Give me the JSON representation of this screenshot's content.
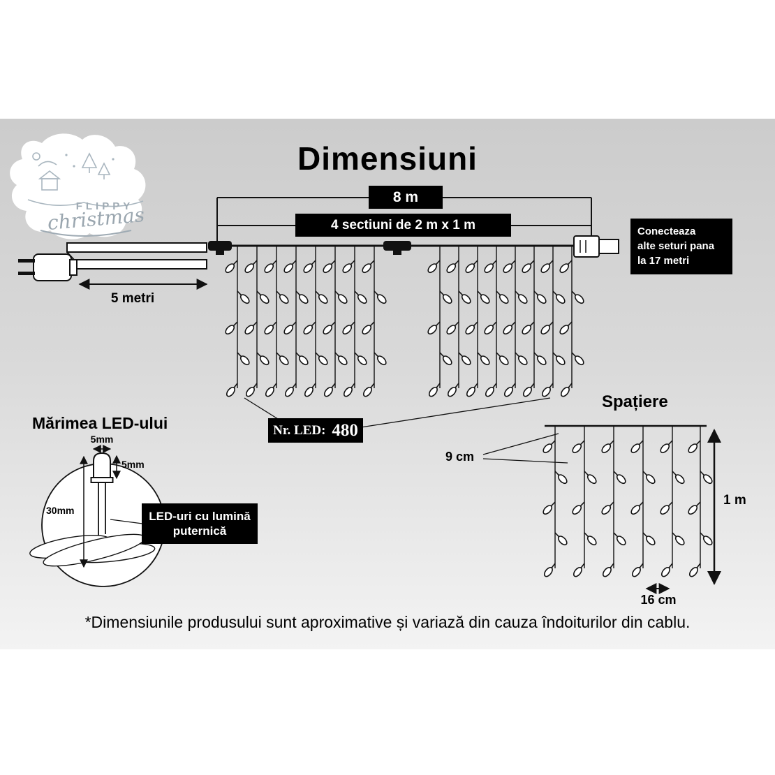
{
  "title": "Dimensiuni",
  "logo": {
    "brand": "FLIPPY",
    "script": "christmas"
  },
  "dimensions": {
    "total_width": "8 m",
    "sections": "4 sectiuni de 2 m x 1 m",
    "lead_wire": "5 metri",
    "connect_note_line1": "Conecteaza",
    "connect_note_line2": "alte seturi pana",
    "connect_note_line3": "la 17 metri"
  },
  "led_count": {
    "label": "Nr. LED:",
    "value": "480"
  },
  "spacing": {
    "title": "Spațiere",
    "drop_spacing": "9 cm",
    "bottom_spacing": "16 cm",
    "height": "1 m"
  },
  "led_size": {
    "title": "Mărimea LED-ului",
    "bulb_width": "5mm",
    "bulb_height": "5mm",
    "total_height": "30mm",
    "note_line1": "LED-uri cu lumină",
    "note_line2": "puternică"
  },
  "footnote": "*Dimensiunile produsului sunt aproximative și variază din cauza îndoiturilor din cablu.",
  "colors": {
    "box_bg": "#000000",
    "box_text": "#ffffff",
    "line": "#111111",
    "band_top": "#cccccc",
    "band_bottom": "#f3f3f3",
    "logo_sketch": "#a9b6bf"
  }
}
